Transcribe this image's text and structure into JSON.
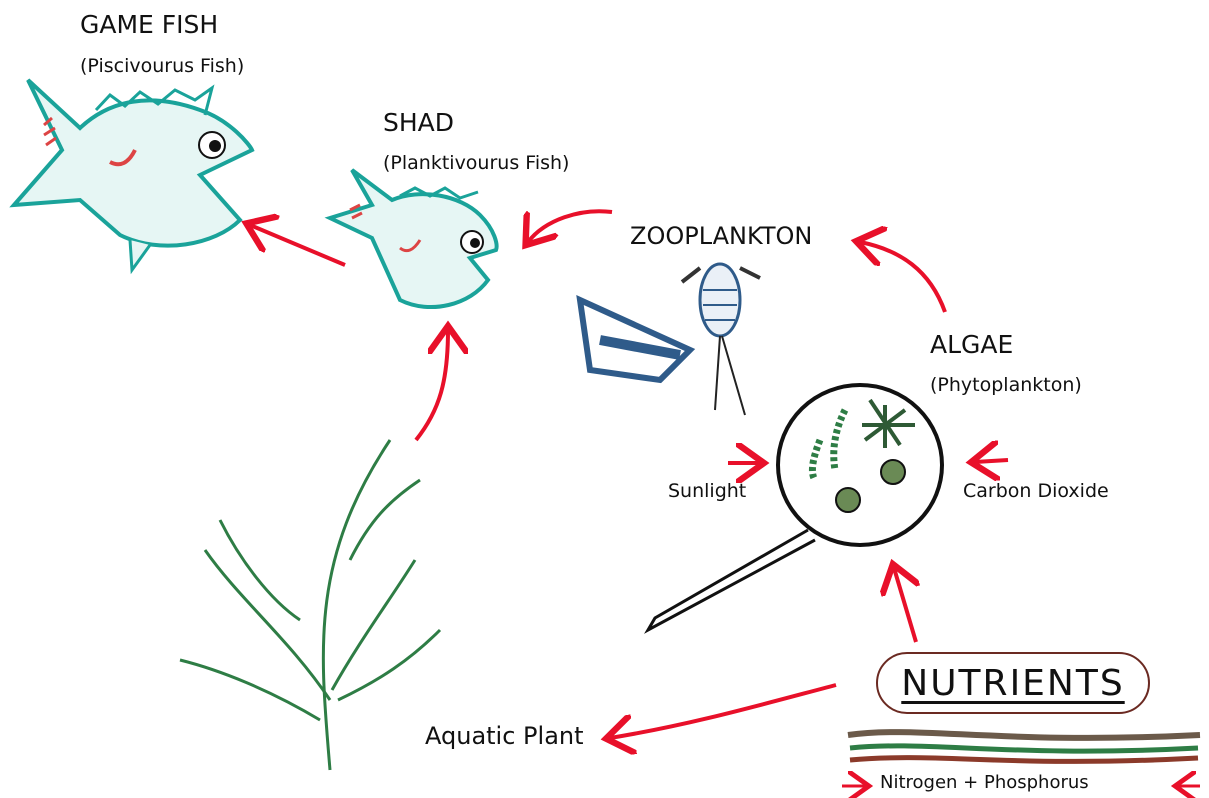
{
  "nodes": {
    "game_fish": {
      "title": "GAME FISH",
      "subtitle": "(Piscivourus Fish)"
    },
    "shad": {
      "title": "SHAD",
      "subtitle": "(Planktivourus Fish)"
    },
    "zooplankton": {
      "title": "ZOOPLANKTON"
    },
    "algae": {
      "title": "ALGAE",
      "subtitle": "(Phytoplankton)"
    },
    "nutrients": {
      "title": "NUTRIENTS"
    },
    "aquatic_plant": {
      "title": "Aquatic Plant"
    }
  },
  "inputs": {
    "sunlight": "Sunlight",
    "carbon_dioxide": "Carbon Dioxide",
    "nitrogen_phosphorus": "Nitrogen + Phosphorus"
  },
  "colors": {
    "arrow": "#e8102a",
    "fish_outline": "#1aa39a",
    "fish_fill": "#e6f6f4",
    "plant": "#2e7d45",
    "plankton_blue": "#2f5b8a",
    "nutrient_box_border": "#6b2a22"
  },
  "icons": [
    "game-fish-icon",
    "shad-fish-icon",
    "zooplankton-icon",
    "magnifier-icon",
    "algae-cells-icon",
    "aquatic-plant-icon",
    "sediment-icon"
  ]
}
